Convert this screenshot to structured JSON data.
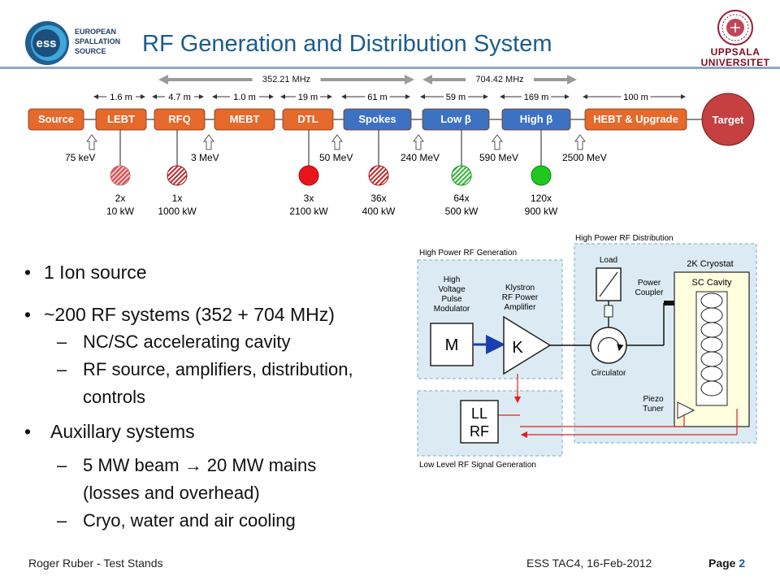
{
  "slide": {
    "title": "RF Generation and Distribution System",
    "footer_left": "Roger Ruber - Test Stands",
    "footer_center": "ESS TAC4, 16-Feb-2012",
    "page_label": "Page",
    "page_number": "2"
  },
  "logos": {
    "ess": {
      "mark": "ess",
      "lines": [
        "EUROPEAN",
        "SPALLATION",
        "SOURCE"
      ]
    },
    "uppsala": {
      "lines": [
        "UPPSALA",
        "UNIVERSITET"
      ]
    }
  },
  "linac": {
    "freq_low": "352.21 MHz",
    "freq_high": "704.42 MHz",
    "blocks": [
      "Source",
      "LEBT",
      "RFQ",
      "MEBT",
      "DTL",
      "Spokes",
      "Low β",
      "High β",
      "HEBT & Upgrade",
      "Target"
    ],
    "lengths": [
      "1.6 m",
      "4.7 m",
      "1.0 m",
      "19 m",
      "61 m",
      "59 m",
      "169 m",
      "100 m"
    ],
    "energies": [
      "75 keV",
      "3 MeV",
      "50 MeV",
      "240 MeV",
      "590 MeV",
      "2500 MeV"
    ],
    "rf_count": [
      "2x",
      "1x",
      "3x",
      "36x",
      "64x",
      "120x"
    ],
    "rf_power": [
      "10 kW",
      "1000 kW",
      "2100 kW",
      "400 kW",
      "500 kW",
      "900 kW"
    ]
  },
  "bullets": [
    {
      "level": 1,
      "text": "1 Ion source"
    },
    {
      "level": 1,
      "text": "~200 RF systems (352 + 704 MHz)"
    },
    {
      "level": 2,
      "text": "NC/SC accelerating cavity"
    },
    {
      "level": 2,
      "text": "RF source, amplifiers, distribution,"
    },
    {
      "level": 2,
      "text": "controls"
    },
    {
      "level": 1,
      "text": "Auxillary systems"
    },
    {
      "level": 2,
      "text": "5 MW beam → 20 MW mains"
    },
    {
      "level": 2,
      "text": "(losses and overhead)"
    },
    {
      "level": 2,
      "text": "Cryo, water and air cooling"
    }
  ],
  "rf_diagram": {
    "section_gen": "High Power RF Generation",
    "section_dist": "High Power RF Distribution",
    "section_llrf": "Low Level RF Signal Generation",
    "modulator_label": [
      "High",
      "Voltage",
      "Pulse",
      "Modulator"
    ],
    "modulator_symbol": "M",
    "klystron_label": [
      "Klystron",
      "RF Power",
      "Amplifier"
    ],
    "klystron_symbol": "K",
    "load": "Load",
    "circulator": "Circulator",
    "coupler": [
      "Power",
      "Coupler"
    ],
    "cryostat": "2K Cryostat",
    "cavity": "SC Cavity",
    "piezo": [
      "Piezo",
      "Tuner"
    ],
    "llrf_symbol": [
      "LL",
      "RF"
    ]
  }
}
